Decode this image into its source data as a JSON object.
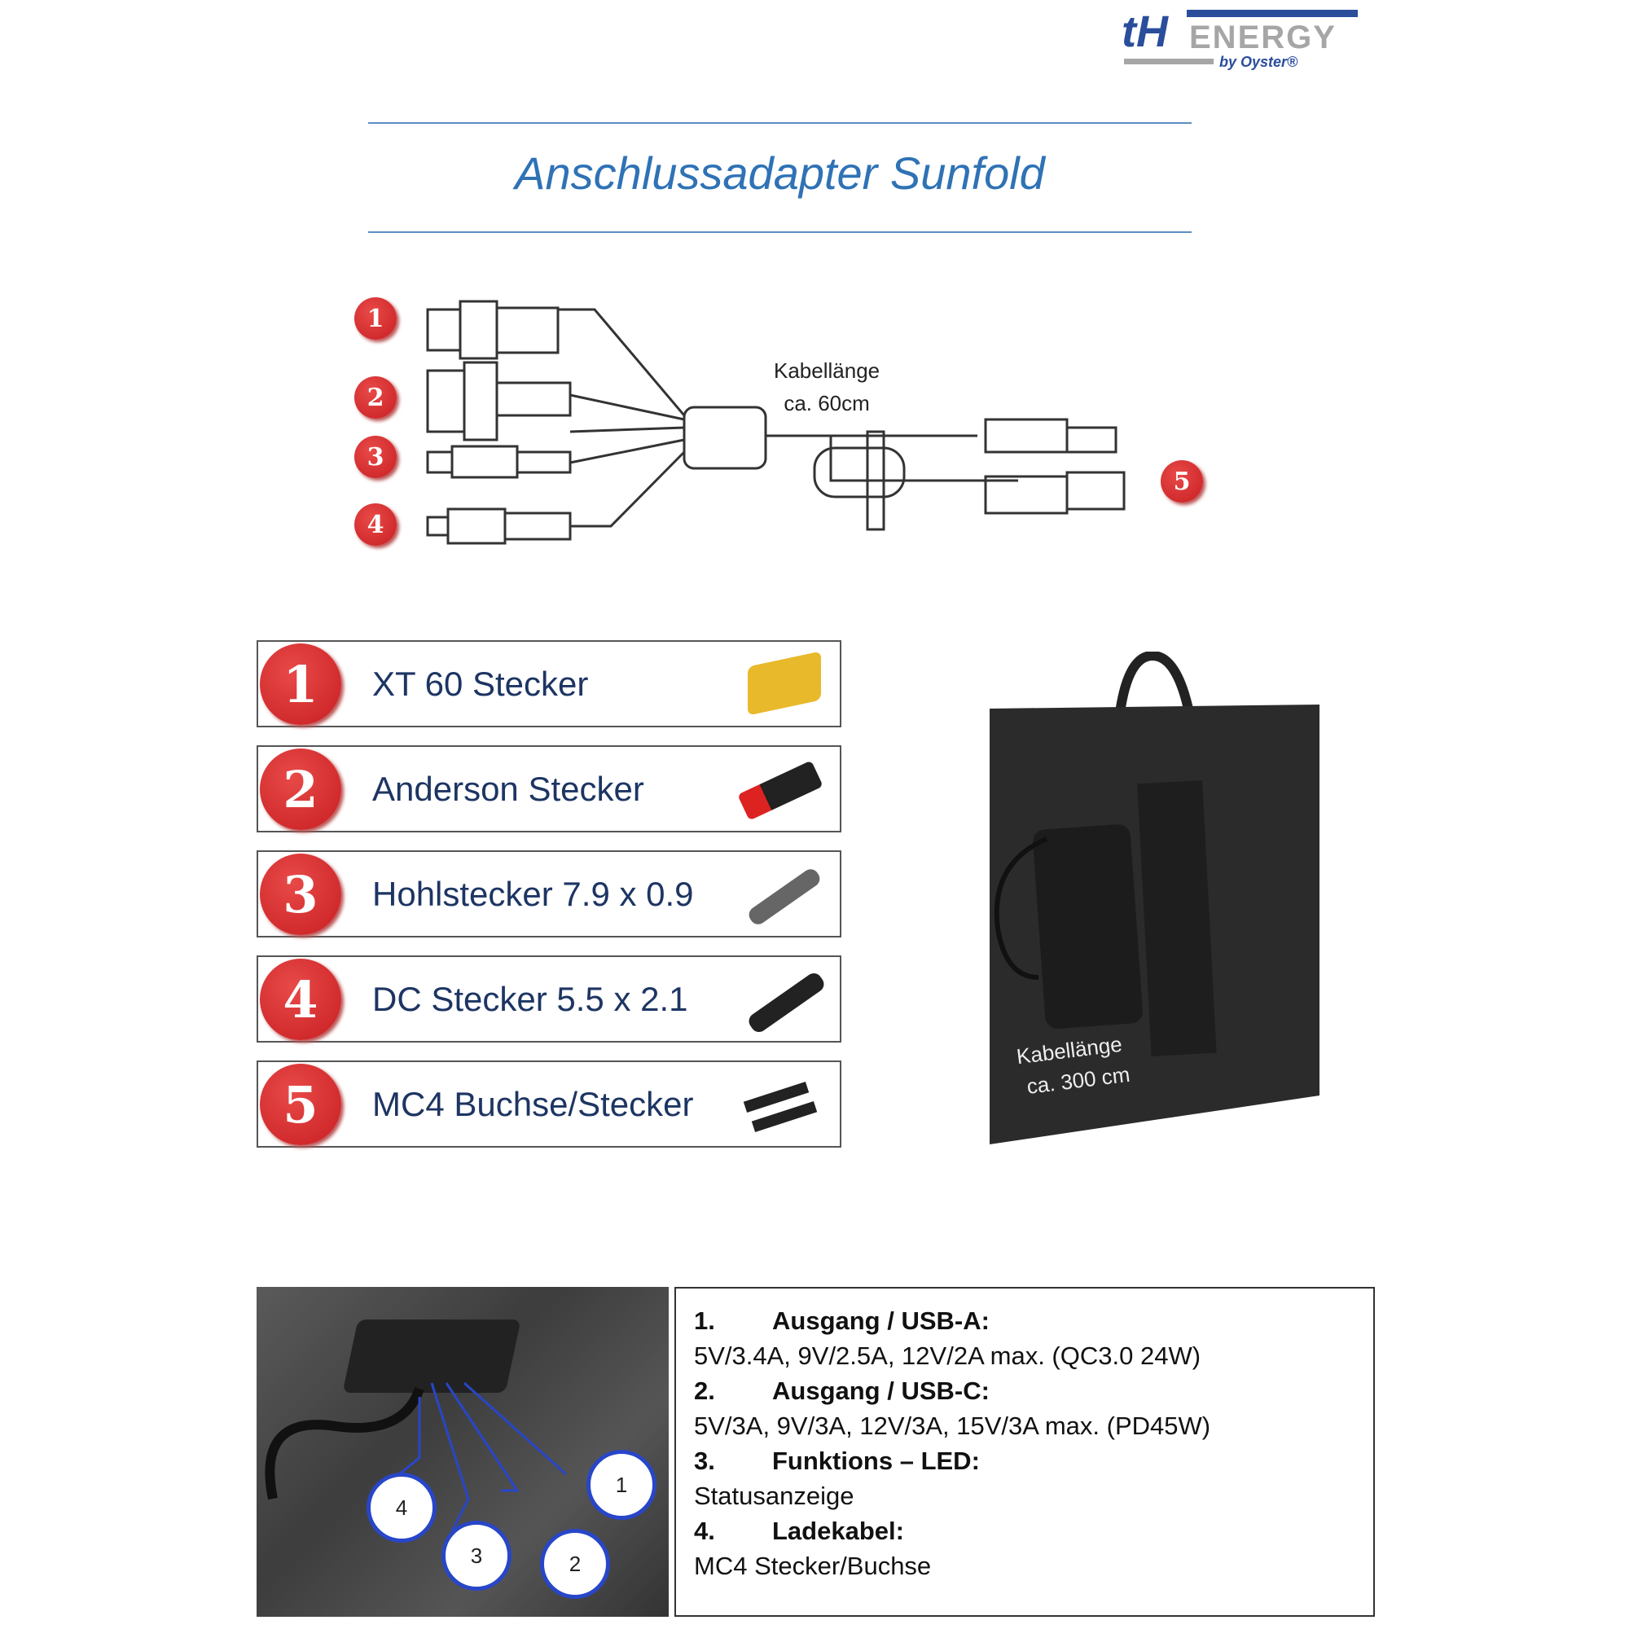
{
  "logo": {
    "brand_th": "tH",
    "brand_energy": "ENERGY",
    "tagline": "by Oyster®"
  },
  "title": "Anschlussadapter Sunfold",
  "diagram": {
    "cable_label_line1": "Kabellänge",
    "cable_label_line2": "ca. 60cm",
    "markers": [
      "1",
      "2",
      "3",
      "4",
      "5"
    ]
  },
  "connectors": [
    {
      "number": "1",
      "label": "XT 60 Stecker"
    },
    {
      "number": "2",
      "label": "Anderson Stecker"
    },
    {
      "number": "3",
      "label": "Hohlstecker 7.9 x 0.9"
    },
    {
      "number": "4",
      "label": "DC Stecker 5.5 x 2.1"
    },
    {
      "number": "5",
      "label": "MC4 Buchse/Stecker"
    }
  ],
  "bag": {
    "cable_label_line1": "Kabellänge",
    "cable_label_line2": "ca. 300 cm"
  },
  "photo": {
    "callouts": [
      "1",
      "2",
      "3",
      "4"
    ]
  },
  "specs": [
    {
      "number": "1.",
      "heading": "Ausgang / USB-A:",
      "detail": "5V/3.4A, 9V/2.5A, 12V/2A max. (QC3.0 24W)"
    },
    {
      "number": "2.",
      "heading": "Ausgang / USB-C:",
      "detail": "5V/3A, 9V/3A, 12V/3A, 15V/3A max. (PD45W)"
    },
    {
      "number": "3.",
      "heading": "Funktions – LED:",
      "detail": "Statusanzeige"
    },
    {
      "number": "4.",
      "heading": "Ladekabel:",
      "detail": "MC4 Stecker/Buchse"
    }
  ],
  "colors": {
    "accent": "#2f72b5",
    "badge": "#d02a2a",
    "text": "#1d3563"
  }
}
